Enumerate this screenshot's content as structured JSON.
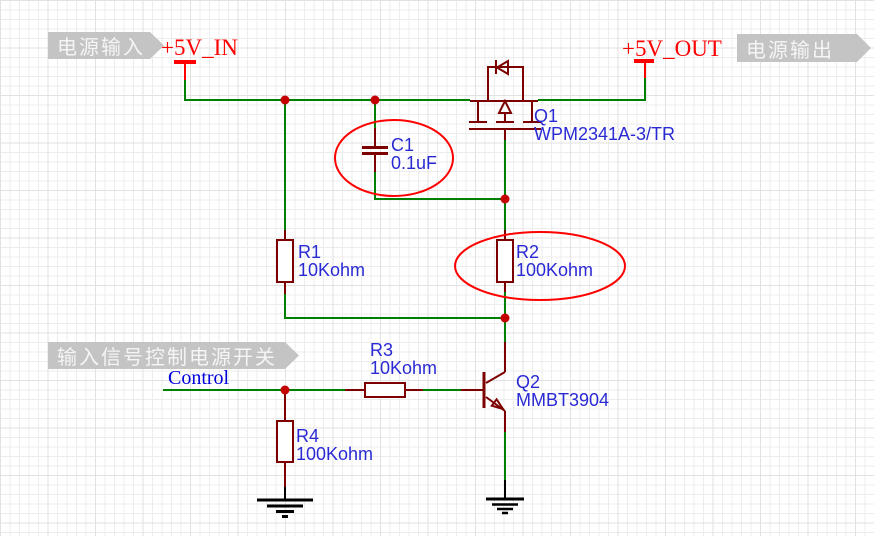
{
  "banners": {
    "input": "电源输入",
    "output": "电源输出",
    "note": "输入信号控制电源开关"
  },
  "nets": {
    "vin": "+5V_IN",
    "vout": "+5V_OUT",
    "control": "Control"
  },
  "components": {
    "Q1": {
      "designator": "Q1",
      "value": "WPM2341A-3/TR"
    },
    "Q2": {
      "designator": "Q2",
      "value": "MMBT3904"
    },
    "R1": {
      "designator": "R1",
      "value": "10Kohm"
    },
    "R2": {
      "designator": "R2",
      "value": "100Kohm"
    },
    "R3": {
      "designator": "R3",
      "value": "10Kohm"
    },
    "R4": {
      "designator": "R4",
      "value": "100Kohm"
    },
    "C1": {
      "designator": "C1",
      "value": "0.1uF"
    }
  },
  "annotations": {
    "circled_components": [
      "C1",
      "R2"
    ]
  },
  "colors": {
    "wire": "#008000",
    "component": "#7d0000",
    "junction": "#c40000",
    "net_text": "#ff0000",
    "label_text": "#2a2ad5",
    "control_text": "#0000dd",
    "banner_fill": "#c4c4c4",
    "banner_text": "#f5f5f5",
    "highlight": "#ff0000",
    "ground": "#000000",
    "grid_minor": "#ececec",
    "grid_major": "#e2e2e2"
  }
}
